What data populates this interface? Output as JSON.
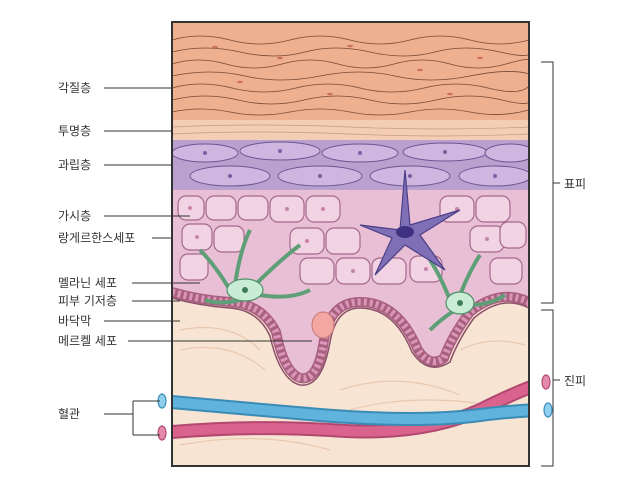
{
  "labels": {
    "stratum_corneum": "각질층",
    "stratum_lucidum": "투명층",
    "stratum_granulosum": "과립층",
    "stratum_spinosum": "가시층",
    "langerhans_cell": "랑게르한스세포",
    "melanocyte": "멜라닌 세포",
    "stratum_basale": "피부 기저층",
    "basement_membrane": "바닥막",
    "merkel_cell": "메르켈 세포",
    "blood_vessel": "혈관",
    "epidermis": "표피",
    "dermis": "진피"
  },
  "colors": {
    "corneum": "#efb08f",
    "lucidum": "#f3cdb4",
    "granulosum": "#b9a0cf",
    "spinosum": "#e9bfd6",
    "basal": "#d996b8",
    "dermis": "#f7e4d2",
    "melanocyte": "#c9ecd5",
    "langerhans": "#7f6fb6",
    "merkel": "#f2a7a2",
    "vessel_blue": "#5fb3dc",
    "vessel_red": "#d9638d"
  }
}
